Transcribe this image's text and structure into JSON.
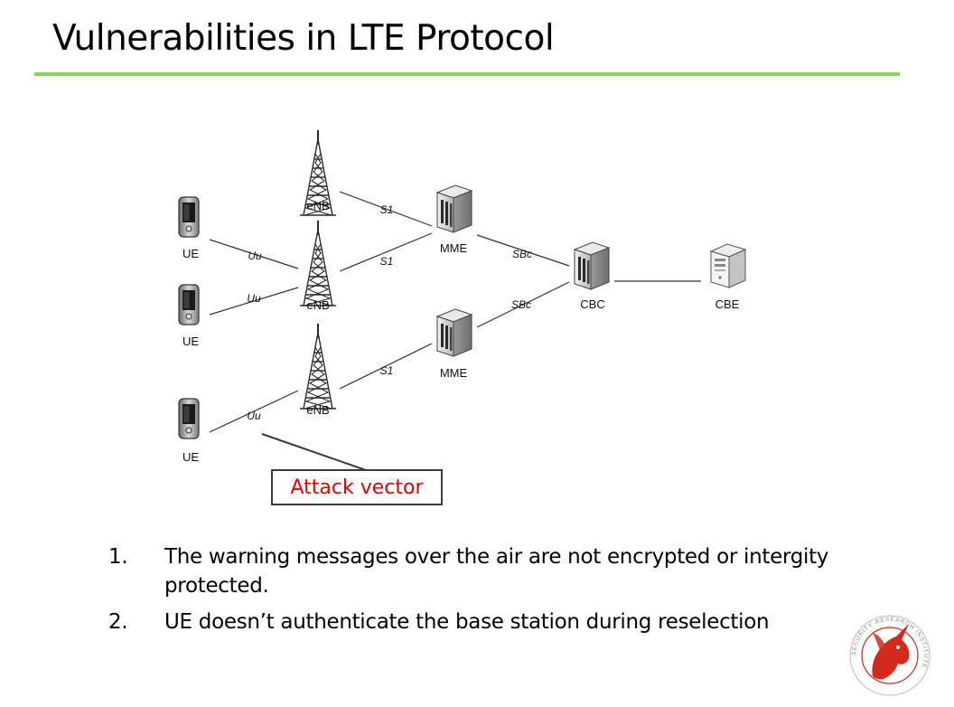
{
  "slide": {
    "title": "Vulnerabilities in LTE Protocol"
  },
  "colors": {
    "title_rule": "#92d050",
    "attack_text": "#e00000",
    "logo_red": "#d42a1e"
  },
  "diagram": {
    "nodes": {
      "ue1": "UE",
      "ue2": "UE",
      "ue3": "UE",
      "enb1": "eNB",
      "enb2": "eNB",
      "enb3": "eNB",
      "mme1": "MME",
      "mme2": "MME",
      "cbc": "CBC",
      "cbe": "CBE"
    },
    "links": {
      "uu1": "Uu",
      "uu2": "Uu",
      "uu3": "Uu",
      "s1_a": "S1",
      "s1_b": "S1",
      "s1_c": "S1",
      "sbc1": "SBc",
      "sbc2": "SBc"
    },
    "callout": "Attack vector"
  },
  "points": [
    {
      "num": "1.",
      "text": "The warning messages over the air are not encrypted or intergity protected."
    },
    {
      "num": "2.",
      "text": "UE doesn’t authenticate  the base station during reselection"
    }
  ],
  "logo": {
    "ring_text": "SECURITY RESEARCH INSTITUTE"
  }
}
